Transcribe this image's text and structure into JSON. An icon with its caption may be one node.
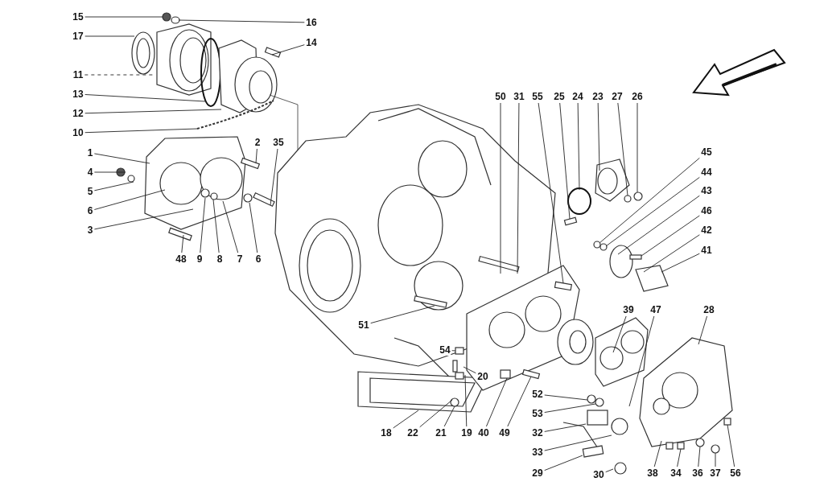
{
  "diagram": {
    "nodes": [
      {
        "text": [
          "15"
        ]
      },
      {
        "text": [
          "16"
        ]
      },
      {
        "text": [
          "17"
        ]
      },
      {
        "text": [
          "14"
        ]
      },
      {
        "text": [
          "11"
        ]
      },
      {
        "text": [
          "13"
        ]
      },
      {
        "text": [
          "12"
        ]
      },
      {
        "text": [
          "10"
        ]
      },
      {
        "text": [
          "1"
        ]
      },
      {
        "text": [
          "2"
        ]
      },
      {
        "text": [
          "35"
        ]
      },
      {
        "text": [
          "4"
        ]
      },
      {
        "text": [
          "5"
        ]
      },
      {
        "text": [
          "6"
        ]
      },
      {
        "text": [
          "3"
        ]
      },
      {
        "text": [
          "48"
        ]
      },
      {
        "text": [
          "9"
        ]
      },
      {
        "text": [
          "8"
        ]
      },
      {
        "text": [
          "7"
        ]
      },
      {
        "text": [
          "6"
        ]
      },
      {
        "text": [
          "50"
        ]
      },
      {
        "text": [
          "31"
        ]
      },
      {
        "text": [
          "55"
        ]
      },
      {
        "text": [
          "25"
        ]
      },
      {
        "text": [
          "24"
        ]
      },
      {
        "text": [
          "23"
        ]
      },
      {
        "text": [
          "27"
        ]
      },
      {
        "text": [
          "26"
        ]
      },
      {
        "text": [
          "45"
        ]
      },
      {
        "text": [
          "44"
        ]
      },
      {
        "text": [
          "43"
        ]
      },
      {
        "text": [
          "46"
        ]
      },
      {
        "text": [
          "42"
        ]
      },
      {
        "text": [
          "41"
        ]
      },
      {
        "text": [
          "51"
        ]
      },
      {
        "text": [
          "39"
        ]
      },
      {
        "text": [
          "47"
        ]
      },
      {
        "text": [
          "28"
        ]
      },
      {
        "text": [
          "54"
        ]
      },
      {
        "text": [
          "20"
        ]
      },
      {
        "text": [
          "52"
        ]
      },
      {
        "text": [
          "53"
        ]
      },
      {
        "text": [
          "32"
        ]
      },
      {
        "text": [
          "18"
        ]
      },
      {
        "text": [
          "22"
        ]
      },
      {
        "text": [
          "21"
        ]
      },
      {
        "text": [
          "19"
        ]
      },
      {
        "text": [
          "40"
        ]
      },
      {
        "text": [
          "49"
        ]
      },
      {
        "text": [
          "33"
        ]
      },
      {
        "text": [
          "29"
        ]
      },
      {
        "text": [
          "30"
        ]
      },
      {
        "text": [
          "38"
        ]
      },
      {
        "text": [
          "34"
        ]
      },
      {
        "text": [
          "36"
        ]
      },
      {
        "text": [
          "37"
        ]
      },
      {
        "text": [
          "56"
        ]
      }
    ],
    "edges": [
      {
        "from": 0,
        "to": null,
        "arrow": "none"
      },
      {
        "from": 1,
        "to": null,
        "arrow": "none"
      },
      {
        "from": 2,
        "to": null,
        "arrow": "none"
      },
      {
        "from": 3,
        "to": null,
        "arrow": "none"
      },
      {
        "from": 4,
        "to": null,
        "arrow": "none",
        "style": "dashed"
      },
      {
        "from": 5,
        "to": null,
        "arrow": "none"
      },
      {
        "from": 6,
        "to": null,
        "arrow": "none"
      },
      {
        "from": 7,
        "to": null,
        "arrow": "none"
      },
      {
        "from": 8,
        "to": null,
        "arrow": "none"
      },
      {
        "from": 9,
        "to": null,
        "arrow": "none"
      },
      {
        "from": 10,
        "to": null,
        "arrow": "none"
      },
      {
        "from": 11,
        "to": null,
        "arrow": "none"
      },
      {
        "from": 12,
        "to": null,
        "arrow": "none"
      },
      {
        "from": 13,
        "to": null,
        "arrow": "none"
      },
      {
        "from": 14,
        "to": null,
        "arrow": "none"
      },
      {
        "from": 15,
        "to": null,
        "arrow": "none"
      },
      {
        "from": 16,
        "to": null,
        "arrow": "none"
      },
      {
        "from": 17,
        "to": null,
        "arrow": "none"
      },
      {
        "from": 18,
        "to": null,
        "arrow": "none"
      },
      {
        "from": 19,
        "to": null,
        "arrow": "none"
      },
      {
        "from": 20,
        "to": null,
        "arrow": "none"
      },
      {
        "from": 21,
        "to": null,
        "arrow": "none"
      },
      {
        "from": 22,
        "to": null,
        "arrow": "none"
      },
      {
        "from": 23,
        "to": null,
        "arrow": "none"
      },
      {
        "from": 24,
        "to": null,
        "arrow": "none"
      },
      {
        "from": 25,
        "to": null,
        "arrow": "none"
      },
      {
        "from": 26,
        "to": null,
        "arrow": "none"
      },
      {
        "from": 27,
        "to": null,
        "arrow": "none"
      },
      {
        "from": 28,
        "to": null,
        "arrow": "none"
      },
      {
        "from": 29,
        "to": null,
        "arrow": "none"
      },
      {
        "from": 30,
        "to": null,
        "arrow": "none"
      },
      {
        "from": 31,
        "to": null,
        "arrow": "none"
      },
      {
        "from": 32,
        "to": null,
        "arrow": "none"
      },
      {
        "from": 33,
        "to": null,
        "arrow": "none"
      },
      {
        "from": 34,
        "to": null,
        "arrow": "none"
      },
      {
        "from": 35,
        "to": null,
        "arrow": "none"
      },
      {
        "from": 36,
        "to": null,
        "arrow": "none"
      },
      {
        "from": 37,
        "to": null,
        "arrow": "none"
      },
      {
        "from": 38,
        "to": null,
        "arrow": "none"
      },
      {
        "from": 39,
        "to": null,
        "arrow": "none"
      },
      {
        "from": 40,
        "to": null,
        "arrow": "none"
      },
      {
        "from": 41,
        "to": null,
        "arrow": "none"
      },
      {
        "from": 42,
        "to": null,
        "arrow": "none"
      },
      {
        "from": 43,
        "to": null,
        "arrow": "none"
      },
      {
        "from": 44,
        "to": null,
        "arrow": "none"
      },
      {
        "from": 45,
        "to": null,
        "arrow": "none"
      },
      {
        "from": 46,
        "to": null,
        "arrow": "none"
      },
      {
        "from": 47,
        "to": null,
        "arrow": "none"
      },
      {
        "from": 48,
        "to": null,
        "arrow": "none"
      },
      {
        "from": 49,
        "to": null,
        "arrow": "none"
      },
      {
        "from": 50,
        "to": null,
        "arrow": "none"
      },
      {
        "from": 51,
        "to": null,
        "arrow": "none"
      },
      {
        "from": 52,
        "to": null,
        "arrow": "none"
      },
      {
        "from": 53,
        "to": null,
        "arrow": "none"
      },
      {
        "from": 54,
        "to": null,
        "arrow": "none"
      },
      {
        "from": 55,
        "to": null,
        "arrow": "none"
      },
      {
        "from": 56,
        "to": null,
        "arrow": "none"
      }
    ]
  }
}
